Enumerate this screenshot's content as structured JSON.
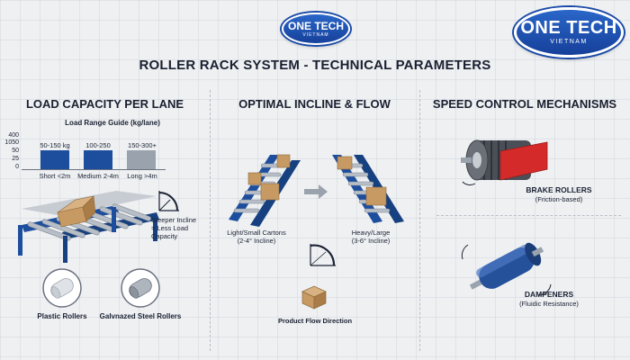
{
  "logo": {
    "name": "ONE TECH",
    "sub": "VIETNAM"
  },
  "title": "ROLLER RACK SYSTEM - TECHNICAL PARAMETERS",
  "load_capacity": {
    "heading": "LOAD CAPACITY PER LANE",
    "guide_title": "Load Range Guide (kg/lane)",
    "y_ticks": [
      "400",
      "1050",
      "50",
      "25",
      "0"
    ],
    "bars": [
      {
        "top_label": "50-150 kg",
        "bottom_label": "Short <2m",
        "color": "#1d4e9e"
      },
      {
        "top_label": "100-250",
        "bottom_label": "Medium 2-4m",
        "color": "#1d4e9e"
      },
      {
        "top_label": "150-300+",
        "bottom_label": "Long >4m",
        "color": "#9aa3ad"
      }
    ],
    "incline_note": "Steeper Incline\n= Less Load Capacity",
    "roller_types": [
      "Plastic Rollers",
      "Galvnazed Steel Rollers"
    ]
  },
  "incline": {
    "heading": "OPTIMAL INCLINE & FLOW",
    "light_label": "Light/Small Cartons",
    "light_incline": "(2-4° Incline)",
    "heavy_label": "Heavy/Large",
    "heavy_incline": "(3-6° Incline)",
    "flow_label": "Product Flow Direction"
  },
  "speed": {
    "heading": "SPEED CONTROL MECHANISMS",
    "brake_title": "BRAKE ROLLERS",
    "brake_sub": "(Friction-based)",
    "damp_title": "DAMPENERS",
    "damp_sub": "(Fluidic Resistance)"
  },
  "colors": {
    "brand_blue": "#1d4e9e",
    "accent_red": "#d42a2a",
    "box_brown": "#c79a64"
  }
}
